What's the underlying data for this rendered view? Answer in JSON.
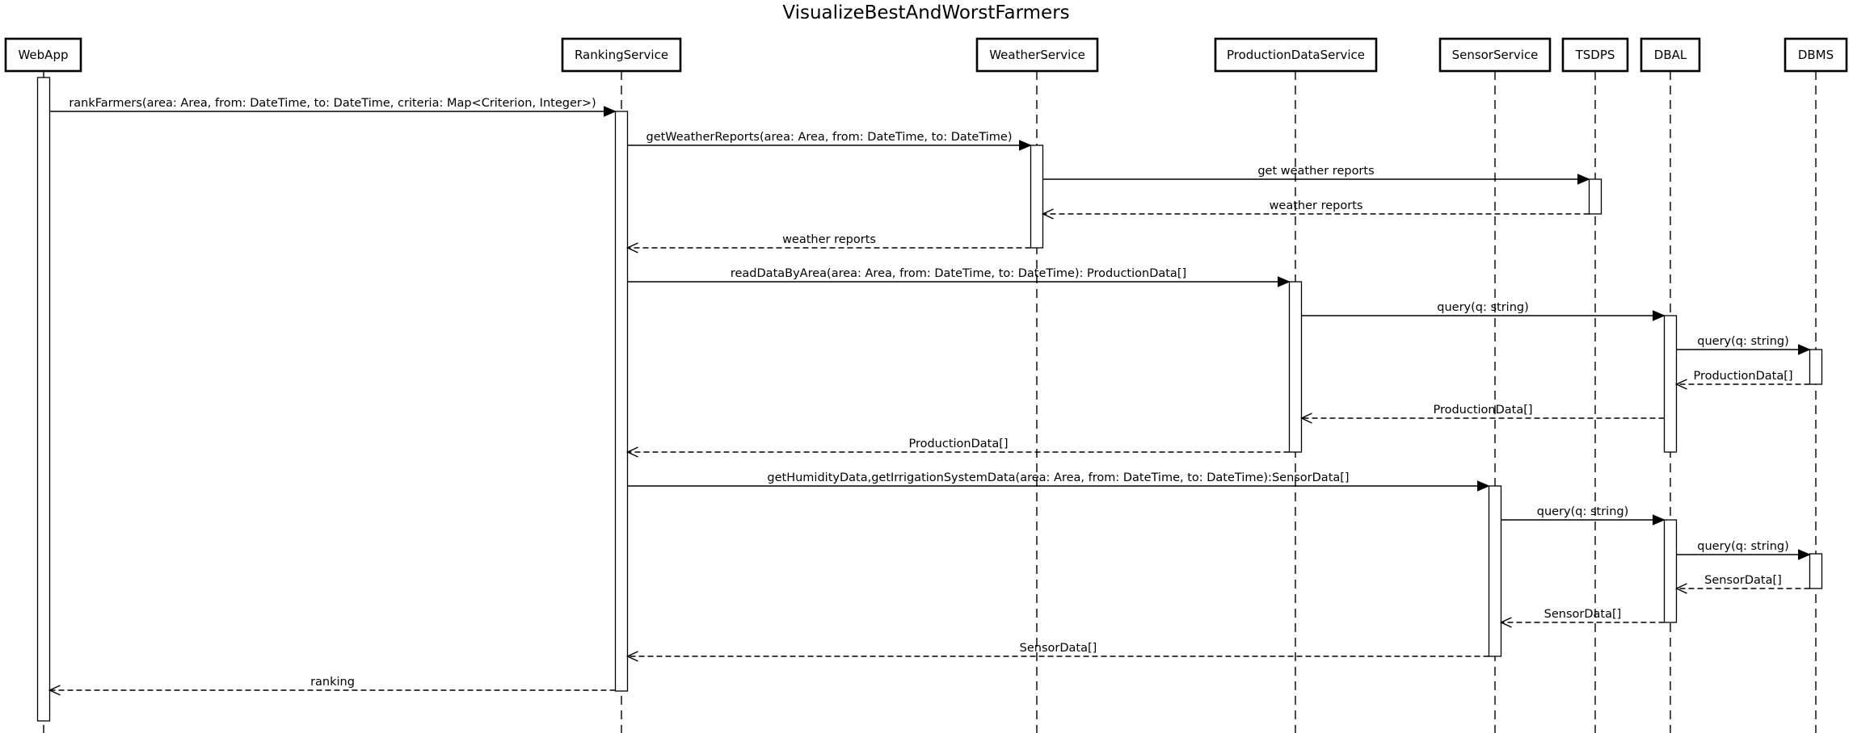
{
  "diagram": {
    "title": "VisualizeBestAndWorstFarmers",
    "participants": [
      {
        "id": "webapp",
        "label": "WebApp"
      },
      {
        "id": "ranking",
        "label": "RankingService"
      },
      {
        "id": "weather",
        "label": "WeatherService"
      },
      {
        "id": "production",
        "label": "ProductionDataService"
      },
      {
        "id": "sensor",
        "label": "SensorService"
      },
      {
        "id": "tsdps",
        "label": "TSDPS"
      },
      {
        "id": "dbal",
        "label": "DBAL"
      },
      {
        "id": "dbms",
        "label": "DBMS"
      }
    ],
    "messages": [
      {
        "from": "webapp",
        "to": "ranking",
        "kind": "call",
        "label": "rankFarmers(area: Area, from: DateTime, to: DateTime, criteria: Map<Criterion, Integer>)"
      },
      {
        "from": "ranking",
        "to": "weather",
        "kind": "call",
        "label": "getWeatherReports(area: Area, from: DateTime, to: DateTime)"
      },
      {
        "from": "weather",
        "to": "tsdps",
        "kind": "call",
        "label": "get weather reports"
      },
      {
        "from": "tsdps",
        "to": "weather",
        "kind": "return",
        "label": "weather reports"
      },
      {
        "from": "weather",
        "to": "ranking",
        "kind": "return",
        "label": "weather reports"
      },
      {
        "from": "ranking",
        "to": "production",
        "kind": "call",
        "label": "readDataByArea(area: Area, from: DateTime, to: DateTime): ProductionData[]"
      },
      {
        "from": "production",
        "to": "dbal",
        "kind": "call",
        "label": "query(q: string)"
      },
      {
        "from": "dbal",
        "to": "dbms",
        "kind": "call",
        "label": "query(q: string)"
      },
      {
        "from": "dbms",
        "to": "dbal",
        "kind": "return",
        "label": "ProductionData[]"
      },
      {
        "from": "dbal",
        "to": "production",
        "kind": "return",
        "label": "ProductionData[]"
      },
      {
        "from": "production",
        "to": "ranking",
        "kind": "return",
        "label": "ProductionData[]"
      },
      {
        "from": "ranking",
        "to": "sensor",
        "kind": "call",
        "label": "getHumidityData,getIrrigationSystemData(area: Area, from: DateTime, to: DateTime):SensorData[]"
      },
      {
        "from": "sensor",
        "to": "dbal",
        "kind": "call",
        "label": "query(q: string)"
      },
      {
        "from": "dbal",
        "to": "dbms",
        "kind": "call",
        "label": "query(q: string)"
      },
      {
        "from": "dbms",
        "to": "dbal",
        "kind": "return",
        "label": "SensorData[]"
      },
      {
        "from": "dbal",
        "to": "sensor",
        "kind": "return",
        "label": "SensorData[]"
      },
      {
        "from": "sensor",
        "to": "ranking",
        "kind": "return",
        "label": "SensorData[]"
      },
      {
        "from": "ranking",
        "to": "webapp",
        "kind": "return",
        "label": "ranking"
      }
    ]
  }
}
